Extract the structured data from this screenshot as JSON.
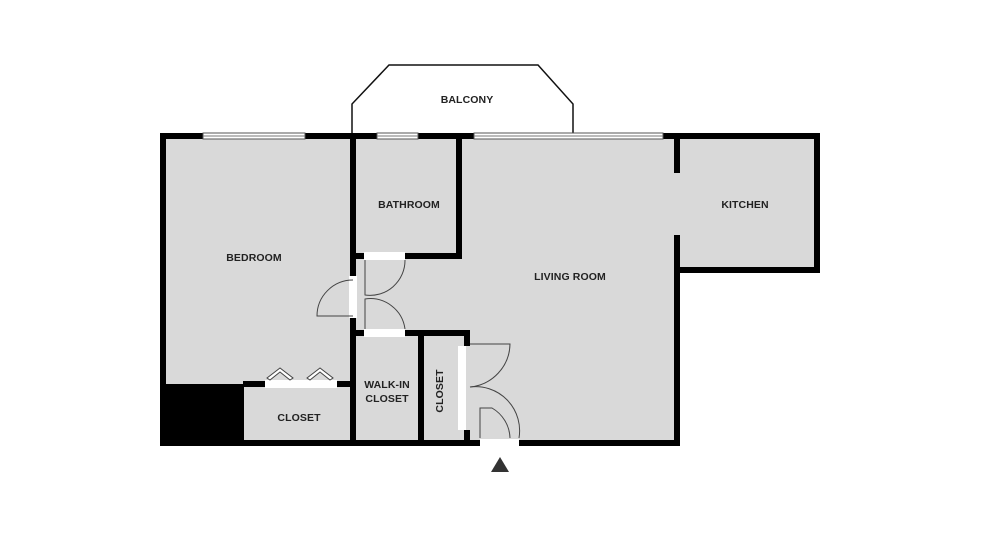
{
  "plan": {
    "colors": {
      "background": "#ffffff",
      "floor": "#d9d9d9",
      "wall": "#000000",
      "label": "#222222",
      "entrance_marker": "#333333"
    },
    "rooms": {
      "balcony": "BALCONY",
      "bedroom": "BEDROOM",
      "bathroom": "BATHROOM",
      "living_room": "LIVING ROOM",
      "kitchen": "KITCHEN",
      "closet_bedroom": "CLOSET",
      "walk_in_closet_line1": "WALK-IN",
      "walk_in_closet_line2": "CLOSET",
      "closet_entry": "CLOSET"
    },
    "entrance": {
      "icon": "triangle-up-entrance-marker"
    }
  }
}
